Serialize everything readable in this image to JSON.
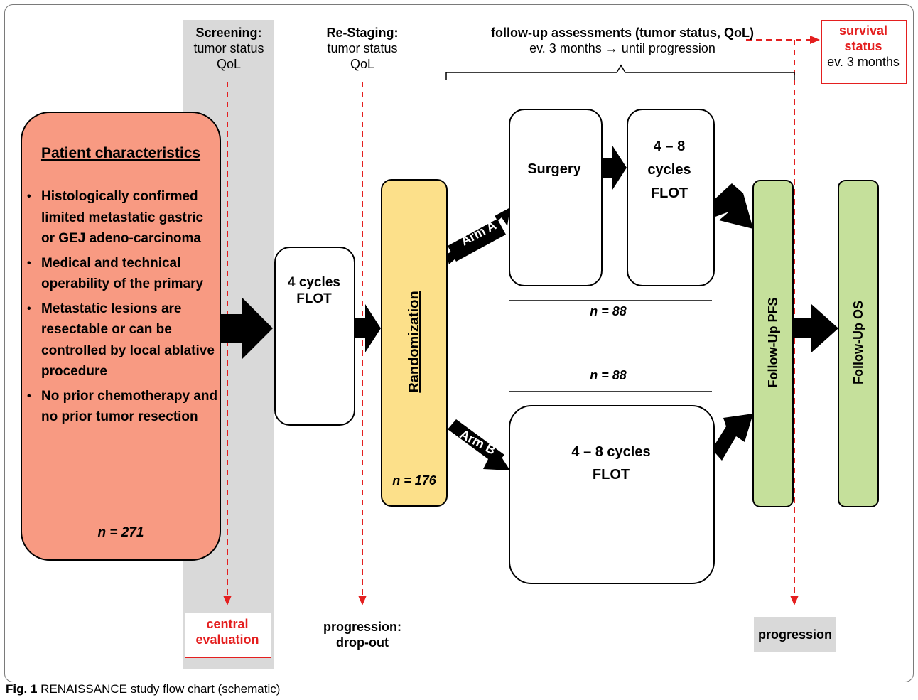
{
  "screening": {
    "title": "Screening:",
    "line1": "tumor status",
    "line2": "QoL",
    "outcome": [
      "central",
      "evaluation"
    ]
  },
  "restaging": {
    "title": "Re-Staging:",
    "line1": "tumor status",
    "line2": "QoL",
    "outcome": [
      "progression:",
      "drop-out"
    ]
  },
  "followup_assessments": {
    "title": "follow-up assessments (tumor status, QoL)",
    "subtitle": "ev. 3 months → until progression",
    "outcome": "progression"
  },
  "survival": {
    "line1": "survival",
    "line2": "status",
    "line3": "ev. 3 months"
  },
  "patients": {
    "title": "Patient characteristics",
    "bullets": [
      "Histologically confirmed limited metastatic gastric or GEJ adeno-carcinoma",
      "Medical and technical operability of the primary",
      "Metastatic lesions are resectable or can be controlled by local ablative procedure",
      "No prior chemotherapy and no prior tumor resection"
    ],
    "n": "n = 271"
  },
  "induction": {
    "line1": "4 cycles",
    "line2": "FLOT"
  },
  "randomization": {
    "label": "Randomization",
    "n": "n = 176"
  },
  "arm_a": {
    "label": "Arm A",
    "surgery": "Surgery",
    "flot_line1": "4 – 8",
    "flot_line2": "cycles",
    "flot_line3": "FLOT",
    "n": "n = 88"
  },
  "arm_b": {
    "label": "Arm B",
    "flot_line1": "4 – 8 cycles",
    "flot_line2": "FLOT",
    "n": "n = 88"
  },
  "followup_pfs": "Follow-Up PFS",
  "followup_os": "Follow-Up OS",
  "caption": {
    "fig": "Fig. 1",
    "text": " RENAISSANCE study flow chart (schematic)"
  },
  "colors": {
    "patient_box": "#f89a82",
    "randomization_box": "#fce08a",
    "followup_box": "#c5e09b",
    "screening_band": "#d9d9d9",
    "dashed_red": "#e41f1f"
  }
}
